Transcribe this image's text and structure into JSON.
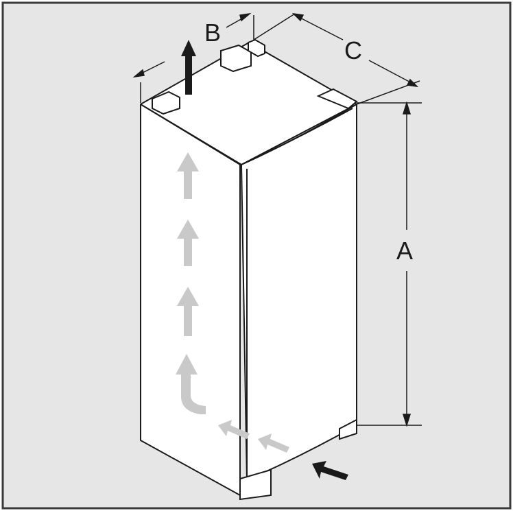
{
  "diagram": {
    "labels": {
      "a": "A",
      "b": "B",
      "c": "C"
    },
    "colors": {
      "background_panel": "#e6e6e6",
      "frame": "#3a3a3a",
      "appliance_body": "#ffffff",
      "outline": "#1a1a1a",
      "airflow_arrow": "#c9c9c9",
      "direction_arrow": "#1a1a1a"
    },
    "icons": {
      "airflow": "up-arrow-icon",
      "air_intake": "diagonal-arrow-icon",
      "air_exhaust": "up-arrow-icon"
    }
  }
}
